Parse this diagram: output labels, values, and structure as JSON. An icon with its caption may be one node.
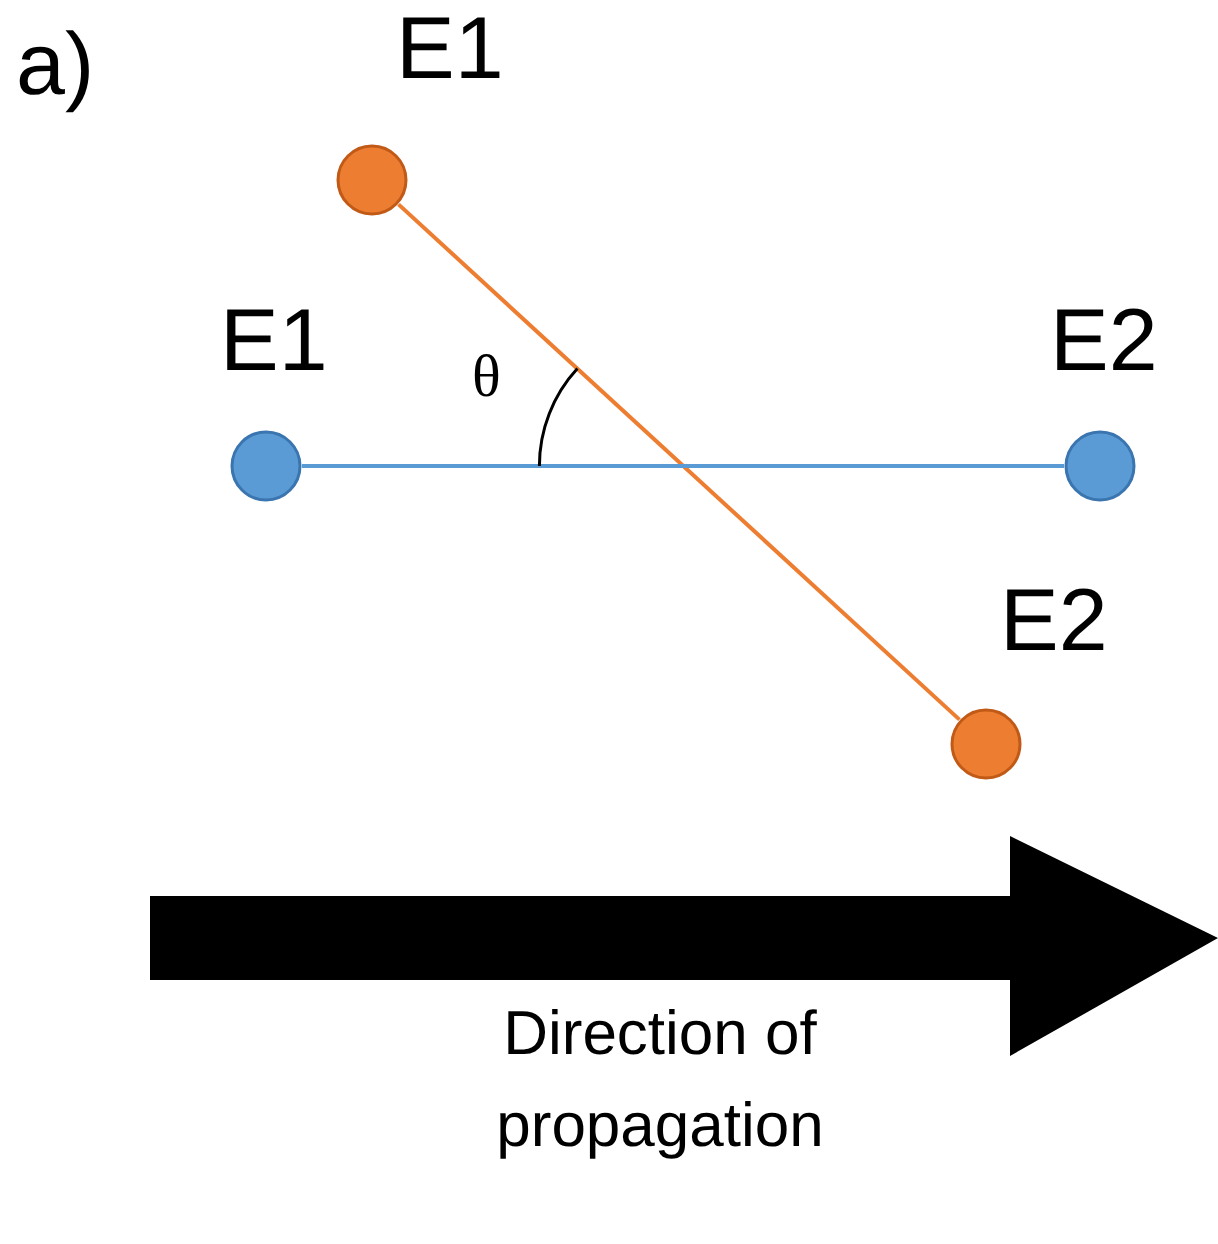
{
  "diagram": {
    "nodes": [
      {
        "text": [
          "E1"
        ]
      },
      {
        "text": [
          "E1"
        ]
      },
      {
        "text": [
          "E2"
        ]
      },
      {
        "text": [
          "E2"
        ]
      }
    ],
    "edges": [
      {
        "from": 0,
        "to": 3,
        "arrow": "none",
        "color": "#ed7d31"
      },
      {
        "from": 1,
        "to": 2,
        "arrow": "none",
        "color": "#5b9bd5"
      }
    ],
    "labels": [
      "a)",
      "θ",
      "Direction of propagation"
    ]
  }
}
